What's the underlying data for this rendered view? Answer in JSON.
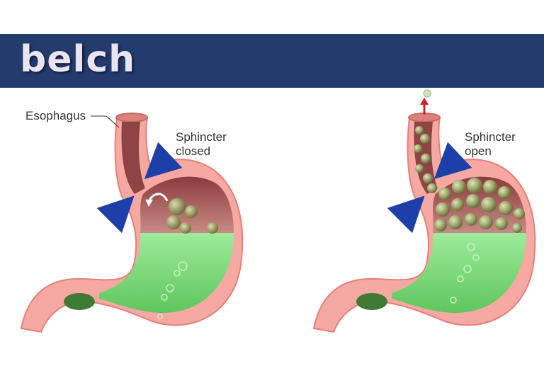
{
  "banner": {
    "title": "belch"
  },
  "labels": {
    "esophagus": "Esophagus",
    "sphincter_closed_line1": "Sphincter",
    "sphincter_closed_line2": "closed",
    "sphincter_open_line1": "Sphincter",
    "sphincter_open_line2": "open"
  },
  "colors": {
    "banner": "#243b6e",
    "stomach_wall": "#f6a9a2",
    "gas": "#a85a5a",
    "liquid": "#8fe28c",
    "arrow_blue": "#1d3fa8",
    "arrow_red": "#d32020"
  }
}
